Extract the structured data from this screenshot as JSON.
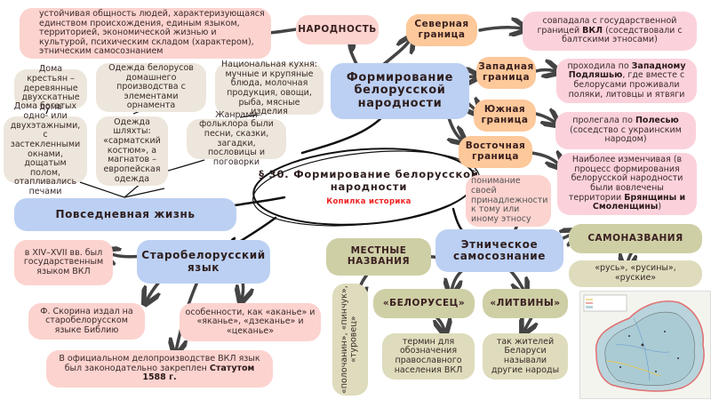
{
  "center": {
    "title": "§ 30. Формирование белорусской народности",
    "subtitle": "Копилка историка"
  },
  "narodnost": {
    "label": "НАРОДНОСТЬ",
    "definition": "устойчивая общность людей, характеризующаяся единством происхождения, единым языком, территорией, экономической жизнью и культурой, психическим складом (характером), этническим самосознанием"
  },
  "formation": {
    "label": "Формирование белорусской народности",
    "borders": [
      {
        "label": "Северная граница",
        "text_parts": [
          "совпадала с государственной границей ",
          "ВКЛ",
          " (соседствовали с балтскими этносами)"
        ]
      },
      {
        "label": "Западная граница",
        "text_parts": [
          "проходила по ",
          "Западному Подляшью",
          ", где вместе с белорусами проживали поляки, литовцы и ятвяги"
        ]
      },
      {
        "label": "Южная граница",
        "text_parts": [
          "пролегала по ",
          "Полесью",
          " (соседство с украинским народом)"
        ]
      },
      {
        "label": "Восточная граница",
        "text_parts": [
          "Наиболее изменчивая (в процесс формирования белорусской народности были вовлечены территории ",
          "Брянщины и Смоленщины",
          ")"
        ]
      }
    ]
  },
  "daily_life": {
    "label": "Повседневная жизнь",
    "items": [
      "Дома крестьян – деревянные двухскатные дома",
      "Дома богатых одно- или двухэтажными, с застекленными окнами, дощатым полом, отапливались печами",
      "Одежда белорусов домашнего производства с элементами орнамента",
      "Одежда шляхты: «сарматский костюм», а магнатов – европейская одежда",
      "Национальная кухня: мучные и крупяные блюда, молочная продукция, овощи, рыба, мясные изделия",
      "Жанрами фольклора были песни, сказки, загадки, пословицы и поговорки"
    ]
  },
  "language": {
    "label": "Старобелорусский язык",
    "facts": [
      "в XIV–XVII вв. был государственным языком ВКЛ",
      "Ф. Скорина издал на старобелорусском языке Библию",
      "особенности, как «аканье» и «яканье», «дзеканье» и «цеканье»"
    ],
    "statute_parts": [
      "В официальном делопроизводстве ВКЛ язык был законодательно закреплен ",
      "Статутом 1588 г."
    ]
  },
  "ethnic": {
    "label": "Этническое самосознание",
    "definition": "понимание своей принадлежности к тому или иному этносу",
    "self_names_label": "САМОНАЗВАНИЯ",
    "self_names": "«русь», «русины», «руские»",
    "local_names_label": "МЕСТНЫЕ НАЗВАНИЯ",
    "local_names": "«полочанин», «пинчук», «туровец»",
    "belorusets_label": "«БЕЛОРУСЕЦ»",
    "belorusets_text": "термин для обозначения православного населения ВКЛ",
    "litviny_label": "«ЛИТВИНЫ»",
    "litviny_text": "так жителей Беларуси называли другие народы"
  },
  "colors": {
    "pink": "#fcd3cf",
    "rose": "#fbd2dc",
    "peach": "#fdc89a",
    "blue": "#bcd0f3",
    "beige": "#ede6dc",
    "olive": "#cfcfa6",
    "subtitle_red": "#ee2222",
    "arrow": "#444444"
  }
}
